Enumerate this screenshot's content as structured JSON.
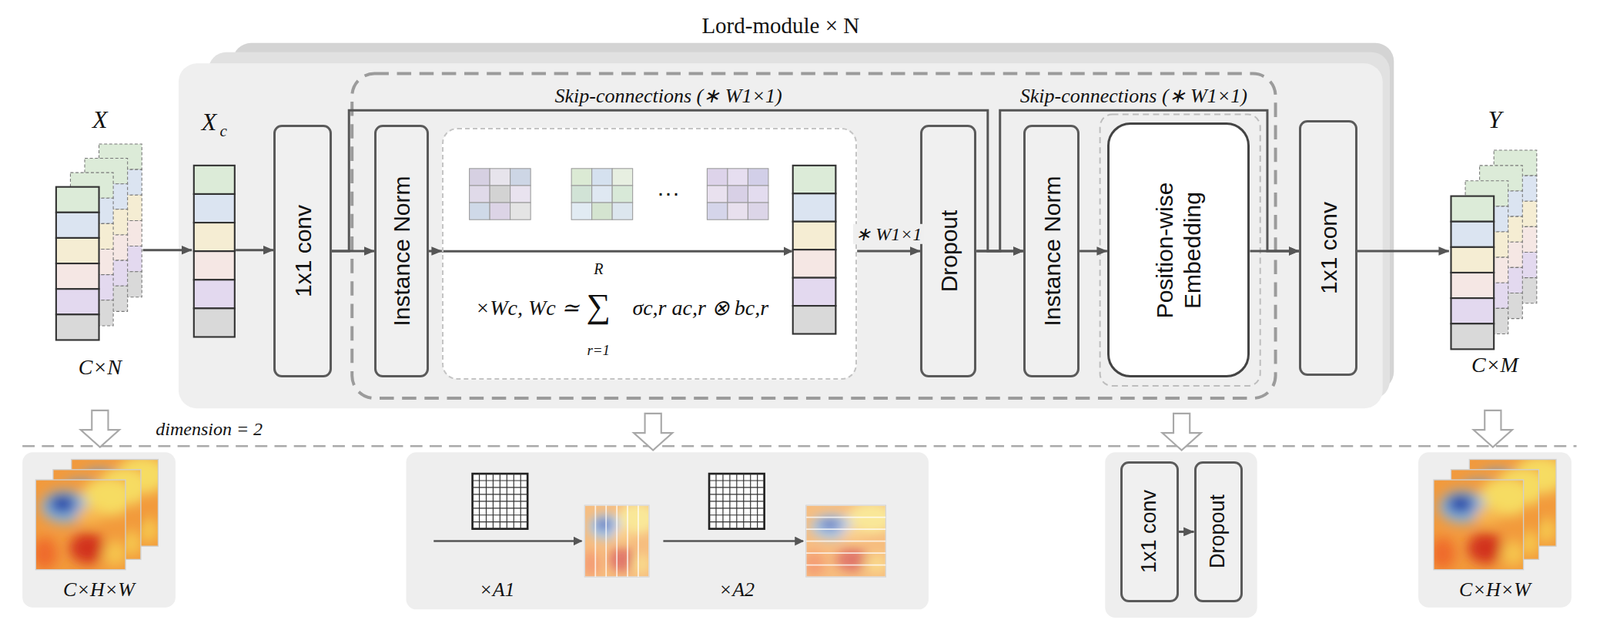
{
  "diagram": {
    "nodes": [
      {
        "text": [
          "Lord-module × N"
        ]
      },
      {
        "text": [
          "X",
          "C×N"
        ]
      },
      {
        "text": [
          "X",
          "c"
        ],
        "in": 0
      },
      {
        "text": [
          "1x1 conv"
        ],
        "in": 0
      },
      {
        "text": [
          "Instance Norm"
        ],
        "in": 0
      },
      {
        "text": [
          "×Wc, Wc ≃",
          "R",
          "∑",
          "r=1",
          "σc,r ac,r ⊗ bc,r"
        ],
        "in": 0
      },
      {
        "text": [
          "Dropout"
        ],
        "in": 0
      },
      {
        "text": [
          "Instance Norm"
        ],
        "in": 0
      },
      {
        "text": [
          "Position-wise Embedding"
        ],
        "in": 0
      },
      {
        "text": [
          "1x1 conv"
        ],
        "in": 0
      },
      {
        "text": [
          "Y",
          "C×M"
        ]
      },
      {
        "text": [
          "C×H×W"
        ]
      },
      {
        "text": [
          "×A1",
          "×A2"
        ]
      },
      {
        "text": [
          "1x1 conv"
        ]
      },
      {
        "text": [
          "Dropout"
        ]
      },
      {
        "text": [
          "C×H×W"
        ]
      }
    ],
    "edges": [
      {
        "from": 1,
        "to": 2,
        "arrow": "to"
      },
      {
        "from": 2,
        "to": 3,
        "arrow": "to"
      },
      {
        "from": 3,
        "to": 4,
        "arrow": "to"
      },
      {
        "from": 4,
        "to": 5,
        "arrow": "to"
      },
      {
        "from": 5,
        "to": 6,
        "label": "∗ W1×1",
        "arrow": "to"
      },
      {
        "from": 6,
        "to": 7,
        "arrow": "to"
      },
      {
        "from": 7,
        "to": 8,
        "arrow": "to"
      },
      {
        "from": 8,
        "to": 9,
        "arrow": "to"
      },
      {
        "from": 9,
        "to": 10,
        "arrow": "to"
      },
      {
        "from": 3,
        "to": 7,
        "label": "Skip-connections (∗ W1×1)",
        "arrow": "to"
      },
      {
        "from": 6,
        "to": 9,
        "label": "Skip-connections (∗ W1×1)",
        "arrow": "to"
      },
      {
        "from": 13,
        "to": 14,
        "arrow": "to"
      }
    ],
    "labels": [
      "dimension = 2",
      "···"
    ]
  }
}
